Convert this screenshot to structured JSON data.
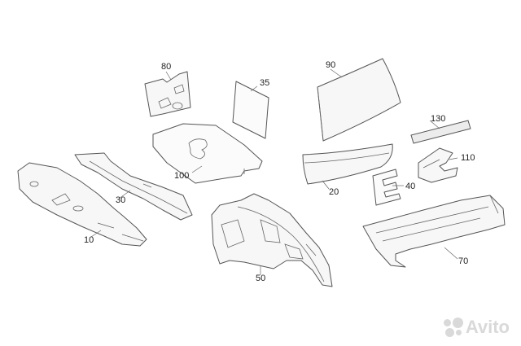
{
  "callouts": {
    "p10": "10",
    "p20": "20",
    "p30": "30",
    "p35": "35",
    "p40": "40",
    "p50": "50",
    "p70": "70",
    "p80": "80",
    "p90": "90",
    "p100": "100",
    "p110": "110",
    "p130": "130"
  },
  "watermark": {
    "brand": "Avito"
  },
  "colors": {
    "line": "#555555",
    "fill": "#f7f7f7",
    "watermark": "#d9d9d9"
  }
}
